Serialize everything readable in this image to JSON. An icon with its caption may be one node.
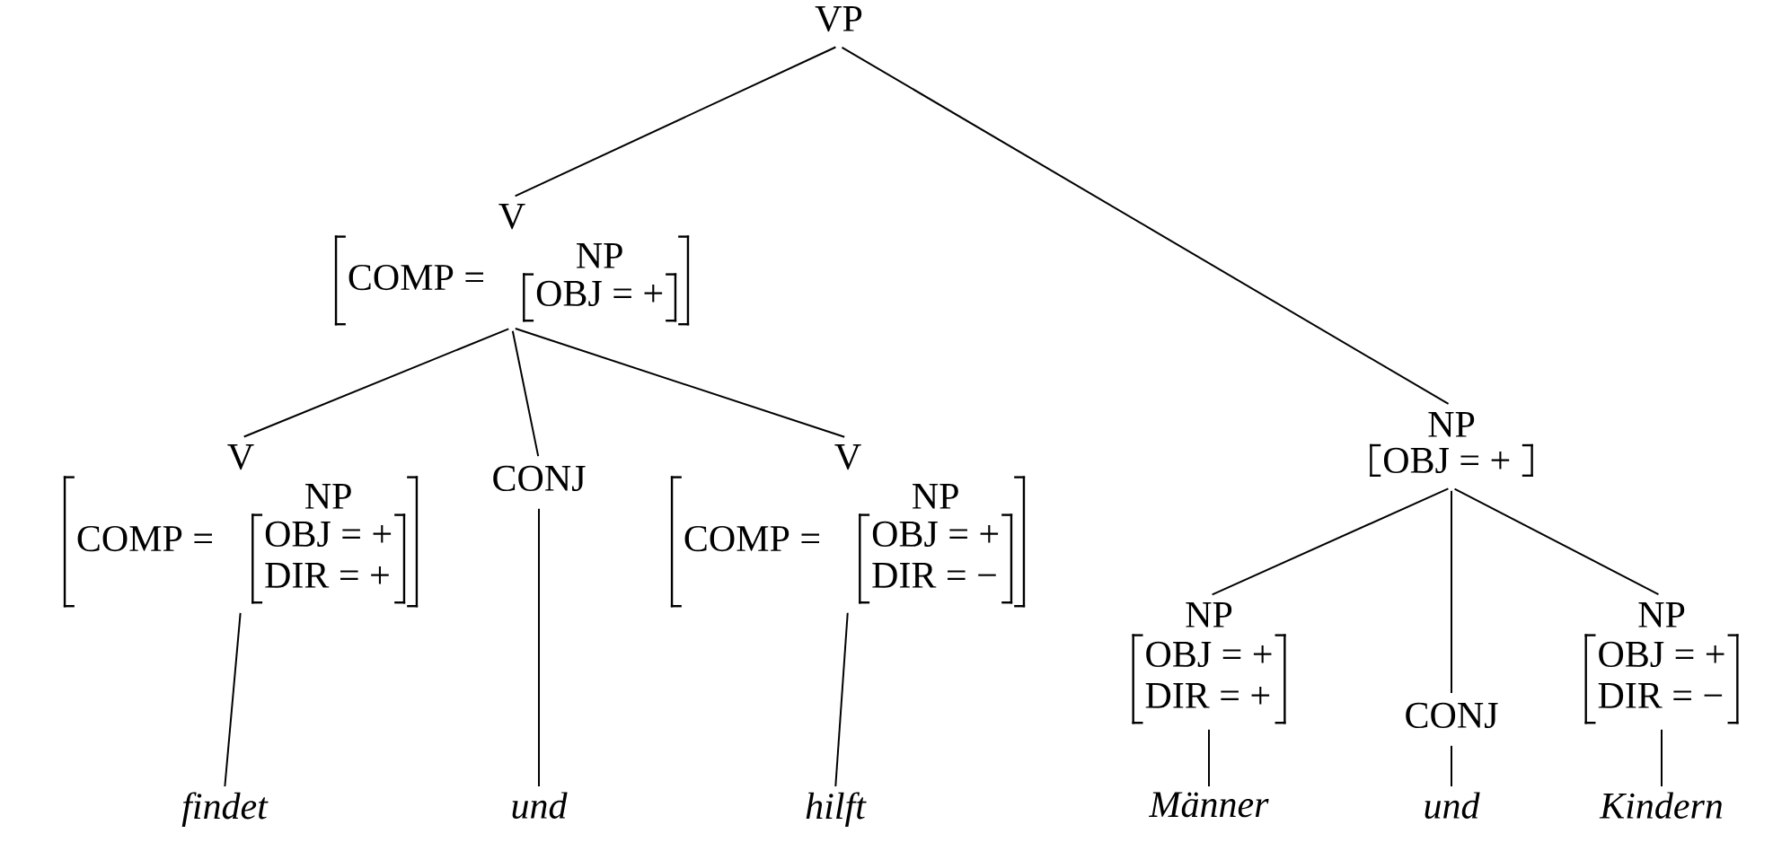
{
  "diagram": {
    "nodes": [
      {
        "text": [
          "VP"
        ]
      },
      {
        "text": [
          "V",
          "COMP =",
          "NP",
          "OBJ = +"
        ]
      },
      {
        "text": [
          "V",
          "COMP =",
          "NP",
          "OBJ = +",
          "DIR = +"
        ]
      },
      {
        "text": [
          "CONJ"
        ]
      },
      {
        "text": [
          "V",
          "COMP =",
          "NP",
          "OBJ = +",
          "DIR = −"
        ]
      },
      {
        "text": [
          "NP",
          "OBJ = +"
        ]
      },
      {
        "text": [
          "NP",
          "OBJ = +",
          "DIR = +"
        ]
      },
      {
        "text": [
          "CONJ"
        ]
      },
      {
        "text": [
          "NP",
          "OBJ = +",
          "DIR = −"
        ]
      },
      {
        "text": [
          "findet"
        ]
      },
      {
        "text": [
          "und"
        ]
      },
      {
        "text": [
          "hilft"
        ]
      },
      {
        "text": [
          "Männer"
        ]
      },
      {
        "text": [
          "und"
        ]
      },
      {
        "text": [
          "Kindern"
        ]
      }
    ],
    "edges": [
      {
        "from": 0,
        "to": 1,
        "arrow": "none"
      },
      {
        "from": 0,
        "to": 5,
        "arrow": "none"
      },
      {
        "from": 1,
        "to": 2,
        "arrow": "none"
      },
      {
        "from": 1,
        "to": 3,
        "arrow": "none"
      },
      {
        "from": 1,
        "to": 4,
        "arrow": "none"
      },
      {
        "from": 5,
        "to": 6,
        "arrow": "none"
      },
      {
        "from": 5,
        "to": 7,
        "arrow": "none"
      },
      {
        "from": 5,
        "to": 8,
        "arrow": "none"
      },
      {
        "from": 2,
        "to": 9,
        "arrow": "none"
      },
      {
        "from": 3,
        "to": 10,
        "arrow": "none"
      },
      {
        "from": 4,
        "to": 11,
        "arrow": "none"
      },
      {
        "from": 6,
        "to": 12,
        "arrow": "none"
      },
      {
        "from": 7,
        "to": 13,
        "arrow": "none"
      },
      {
        "from": 8,
        "to": 14,
        "arrow": "none"
      }
    ]
  }
}
